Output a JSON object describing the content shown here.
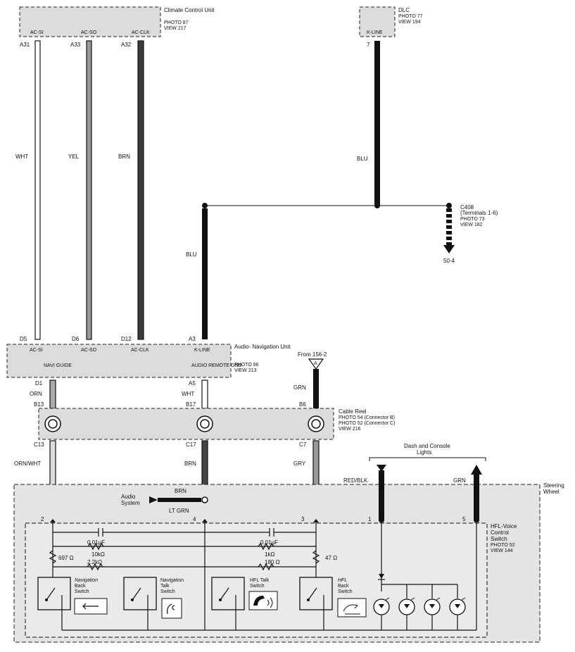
{
  "climate_unit": {
    "title": "Climate Control Unit",
    "photo": "PHOTO 87",
    "view": "VIEW 217",
    "pins": [
      "AC-SI",
      "AC-SO",
      "AC-CLK"
    ],
    "top_terminals": [
      "A31",
      "A33",
      "A32"
    ]
  },
  "dlc": {
    "title": "DLC",
    "photo": "PHOTO 77",
    "view": "VIEW 194",
    "pin": "K-LINE",
    "terminal": "7"
  },
  "wires_top": {
    "wht": "WHT",
    "yel": "YEL",
    "brn": "BRN",
    "blu_dlc": "BLU",
    "blu_nav": "BLU"
  },
  "c408": {
    "title": "C408",
    "sub": "(Terminals 1-6)",
    "photo": "PHOTO 73",
    "view": "VIEW 182",
    "ref": "50-4"
  },
  "nav_unit": {
    "title": "Audio- Navigation Unit",
    "photo": "PHOTO 86",
    "view": "VIEW 213",
    "top_terminals": [
      "D5",
      "D6",
      "D12",
      "A3"
    ],
    "pins": [
      "AC-SI",
      "AC-SO",
      "AC-CLK",
      "K-LINE"
    ],
    "pins2": [
      "NAVI GUIDE",
      "AUDIO REMOTE GND"
    ],
    "bottom_terminals": [
      "D1",
      "A5"
    ]
  },
  "from_ref": {
    "label": "From 156-2",
    "letter": "A"
  },
  "wires_mid": {
    "orn": "ORN",
    "wht": "WHT",
    "grn": "GRN"
  },
  "cable_reel": {
    "title": "Cable Reel",
    "photo1": "PHOTO 54 (Connector B)",
    "photo2": "PHOTO 52 (Connector C)",
    "view": "VIEW 216",
    "top_terminals": [
      "B13",
      "B17",
      "B6"
    ],
    "bottom_terminals": [
      "C13",
      "C17",
      "C7"
    ]
  },
  "wires_low": {
    "orn_wht": "ORN/WHT",
    "brn": "BRN",
    "gry": "GRY",
    "red_blk": "RED/BLK",
    "grn": "GRN",
    "brn2": "BRN",
    "lt_grn": "LT GRN"
  },
  "dash_lights": "Dash and Console Lights",
  "audio_system": "Audio System",
  "steering_wheel": "Steering Wheel",
  "hfl_switch": {
    "title": "HFL-Voice Control Switch",
    "photo": "PHOTO 52",
    "view": "VIEW 144",
    "terminals": [
      "2",
      "4",
      "3",
      "1",
      "5"
    ]
  },
  "components": {
    "cap1": "0.01µF",
    "res1": "10kΩ",
    "res2": "697 Ω",
    "res3": "2.2kΩ",
    "cap2": "0.01µF",
    "res4": "1kΩ",
    "res5": "180 Ω",
    "res6": "47 Ω"
  },
  "switches": [
    "Navigation Back Switch",
    "Navigation Talk Switch",
    "HFL Talk Switch",
    "HFL Back Switch"
  ]
}
